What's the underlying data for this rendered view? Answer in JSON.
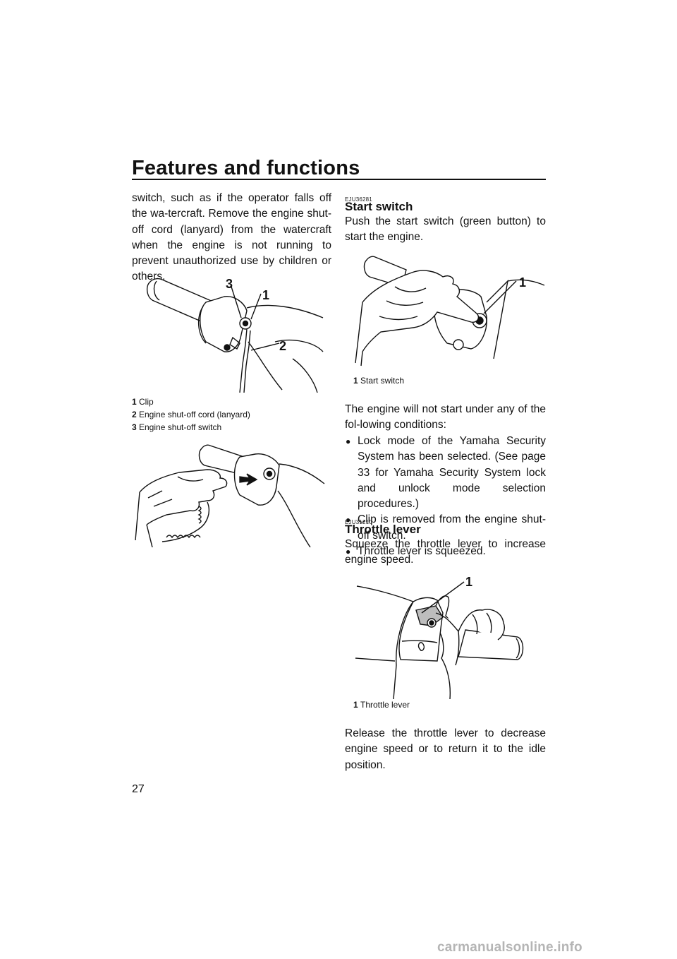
{
  "header": {
    "title": "Features and functions"
  },
  "left_column": {
    "paragraph": "switch, such as if the operator falls off the wa-tercraft. Remove the engine shut-off cord (lanyard) from the watercraft when the engine is not running to prevent unauthorized use by children or others.",
    "figure1": {
      "callouts": [
        "3",
        "1",
        "2"
      ],
      "captions": [
        {
          "num": "1",
          "text": "Clip"
        },
        {
          "num": "2",
          "text": "Engine shut-off cord (lanyard)"
        },
        {
          "num": "3",
          "text": "Engine shut-off switch"
        }
      ]
    }
  },
  "right_column": {
    "start_switch": {
      "code": "EJU36281",
      "heading": "Start switch",
      "paragraph": "Push the start switch (green button) to start the engine.",
      "callout": "1",
      "caption": {
        "num": "1",
        "text": "Start switch"
      }
    },
    "conditions_intro": "The engine will not start under any of the fol-lowing conditions:",
    "conditions": [
      "Lock mode of the Yamaha Security System has been selected. (See page 33 for Yamaha Security System lock and unlock mode selection procedures.)",
      "Clip is removed from the engine shut-off switch.",
      "Throttle lever is squeezed."
    ],
    "throttle_lever": {
      "code": "EJU31210",
      "heading": "Throttle lever",
      "paragraph": "Squeeze the throttle lever to increase engine speed.",
      "callout": "1",
      "caption": {
        "num": "1",
        "text": "Throttle lever"
      }
    },
    "closing": "Release the throttle lever to decrease engine speed or to return it to the idle position."
  },
  "footer": {
    "page_number": "27",
    "watermark": "carmanualsonline.info"
  }
}
